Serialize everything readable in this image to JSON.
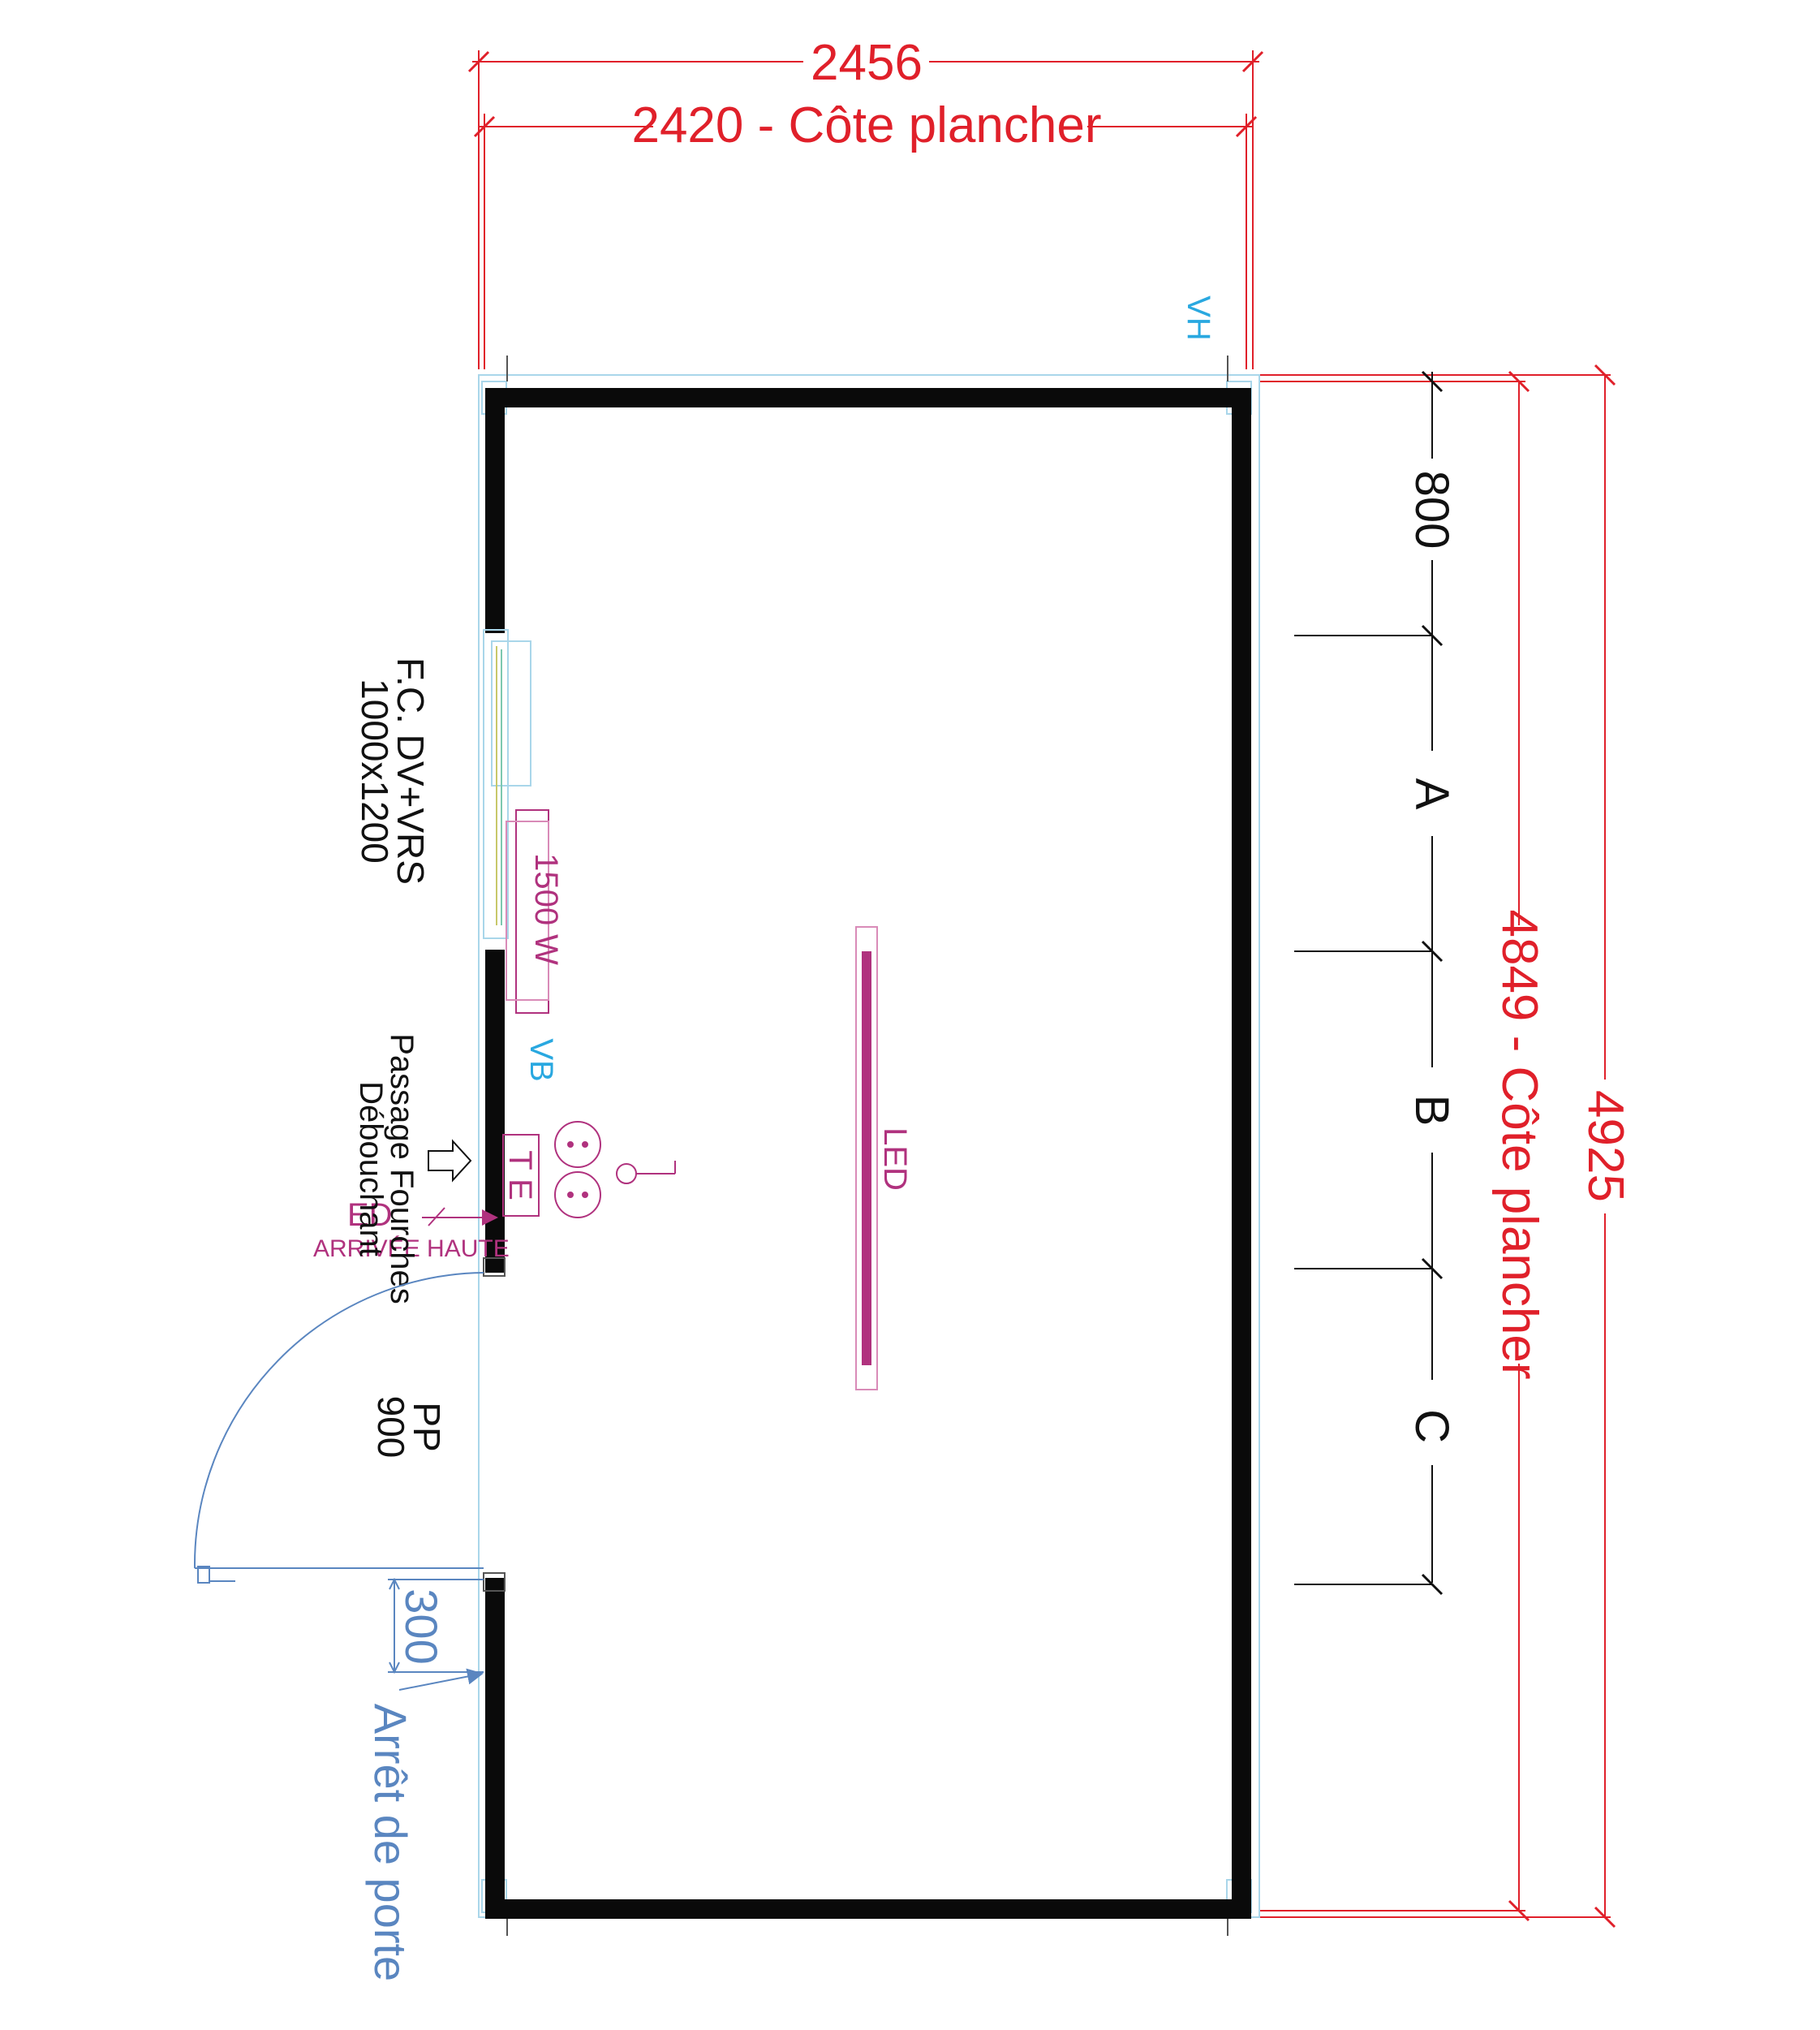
{
  "dimensions": {
    "overall_width": "2456",
    "floor_width": "2420 - Côte plancher",
    "overall_length": "4925",
    "floor_length": "4849 - Côte plancher",
    "first_bay": "800",
    "stop_offset": "300"
  },
  "bays": [
    "A",
    "B",
    "C"
  ],
  "labels": {
    "vh": "VH",
    "vb": "VB",
    "led": "LED",
    "heater": "1500 W",
    "te": "T E",
    "ed": "ED",
    "ed_sub": "ARRIVÉE HAUTE",
    "window_line1": "F.C. DV+VRS",
    "window_line2": "1000x1200",
    "passage_line1": "Passage Fourches",
    "passage_line2": "Débouchant",
    "door_line1": "PP",
    "door_line2": "900",
    "door_stop": "Arrêt de porte"
  },
  "colors": {
    "dimension": "#e0202a",
    "wall": "#0a0a0a",
    "electrical": "#b0327e",
    "ventilation": "#29a8e0",
    "door_stop": "#5a86c0"
  }
}
